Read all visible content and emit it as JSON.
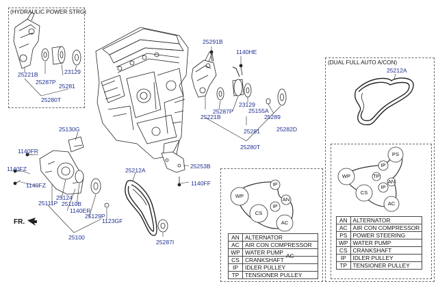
{
  "boxes": {
    "hydraulic_title": "(HYDRAULIC POWER STRG)",
    "dual_title": "(DUAL FULL AUTO A/CON)"
  },
  "parts": {
    "p25221B_l": "25221B",
    "p23129_l": "23129",
    "p25287P_l": "25287P",
    "p25281_l": "25281",
    "p25280T_l": "25280T",
    "p25291B": "25291B",
    "p1140HE": "1140HE",
    "p25287P_r": "25287P",
    "p23129_r": "23129",
    "p25155A": "25155A",
    "p25221B_r": "25221B",
    "p25289": "25289",
    "p25281_r": "25281",
    "p25282D": "25282D",
    "p25280T_r": "25280T",
    "p25130G": "25130G",
    "p1140FR": "1140FR",
    "p1140FZ_a": "1140FZ",
    "p1140FZ_b": "1140FZ",
    "p25124": "25124",
    "p25111P": "25111P",
    "p25110B": "25110B",
    "p1140ER": "1140ER",
    "p25129P": "25129P",
    "p1123GF": "1123GF",
    "p25100": "25100",
    "p25212A_m": "25212A",
    "p25253B": "25253B",
    "p1140FF": "1140FF",
    "p25287I": "25287I",
    "p25212A_r": "25212A",
    "fr": "FR."
  },
  "pulleys_lower": {
    "ip_top": "IP",
    "wp": "WP",
    "an": "AN",
    "ip_mid": "IP",
    "cs": "CS",
    "ac": "AC"
  },
  "pulleys_right": {
    "ps": "PS",
    "ip_top": "IP",
    "wp": "WP",
    "tp": "TP",
    "an": "AN",
    "ip_mid": "IP",
    "cs": "CS",
    "ac": "AC"
  },
  "legend_lower": [
    {
      "ab": "AN",
      "name": "ALTERNATOR"
    },
    {
      "ab": "AC",
      "name": "AIR CON COMPRESSOR"
    },
    {
      "ab": "WP",
      "name": "WATER PUMP"
    },
    {
      "ab": "CS",
      "name": "CRANKSHAFT"
    },
    {
      "ab": "IP",
      "name": "IDLER PULLEY"
    },
    {
      "ab": "TP",
      "name": "TENSIONER PULLEY"
    }
  ],
  "legend_lower_stray": "AC",
  "legend_right": [
    {
      "ab": "AN",
      "name": "ALTERNATOR"
    },
    {
      "ab": "AC",
      "name": "AIR CON COMPRESSOR"
    },
    {
      "ab": "PS",
      "name": "POWER STEERING"
    },
    {
      "ab": "WP",
      "name": "WATER PUMP"
    },
    {
      "ab": "CS",
      "name": "CRANKSHAFT"
    },
    {
      "ab": "IP",
      "name": "IDLER PULLEY"
    },
    {
      "ab": "TP",
      "name": "TENSIONER PULLEY"
    }
  ]
}
